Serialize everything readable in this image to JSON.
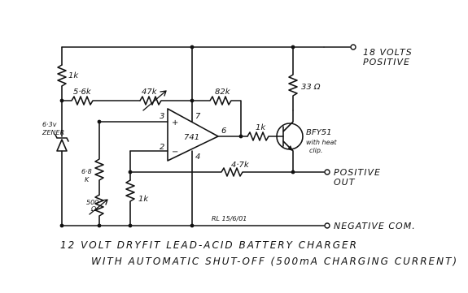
{
  "title": {
    "line1": "12 VOLT DRYFIT LEAD-ACID BATTERY CHARGER",
    "line2": "WITH AUTOMATIC SHUT-OFF (500mA CHARGING CURRENT)"
  },
  "terminals": {
    "supply_line1": "18 VOLTS",
    "supply_line2": "POSITIVE",
    "out_line1": "POSITIVE",
    "out_line2": "OUT",
    "negative": "NEGATIVE COM."
  },
  "components": {
    "r_top_left": "1k",
    "r_ref": "5·6k",
    "pot_47k": "47k",
    "r_82k": "82k",
    "r_33": "33 Ω",
    "zener_line1": "6·3v",
    "zener_line2": "ZENER",
    "r_68_a": "6·8",
    "r_68_b": "K",
    "pot_500_a": "500",
    "pot_500_b": "Ω",
    "r_1k_low": "1k",
    "r_47k": "4·7k",
    "r_base": "1k",
    "opamp": "741",
    "transistor": "BFY51",
    "heatclip_line1": "with heat",
    "heatclip_line2": "clip."
  },
  "pins": {
    "noninv": "3",
    "inv": "2",
    "vplus": "7",
    "vminus": "4",
    "out": "6",
    "plus_sign": "+",
    "minus_sign": "−"
  },
  "signature": "RL 15/6/01"
}
